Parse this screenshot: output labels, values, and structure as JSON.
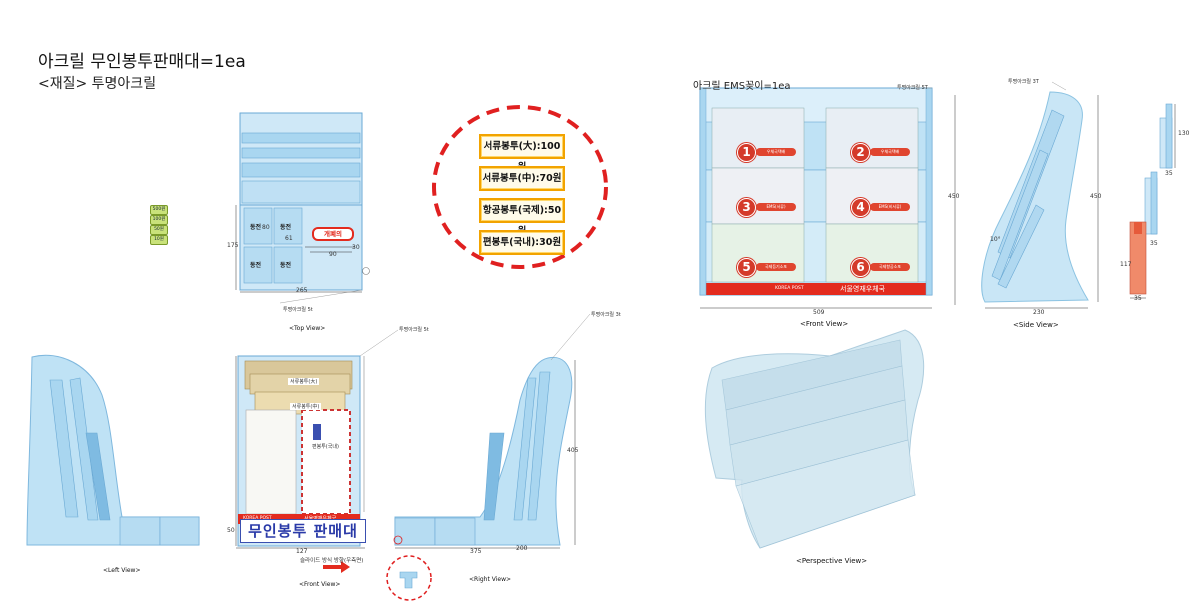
{
  "header": {
    "title": "아크릴 무인봉투판매대=1ea",
    "subtitle": "<재질> 투명아크릴"
  },
  "price_tags": [
    "500원",
    "100원",
    "50원",
    "10원"
  ],
  "price_circle": [
    "서류봉투(大):100원",
    "서류봉투(中):70원",
    "항공봉투(국제):50원",
    "편봉투(국내):30원"
  ],
  "top_view": {
    "caption": "<Top View>",
    "cells": [
      "동전",
      "동전",
      "동전",
      "동전"
    ],
    "sign": "개폐의",
    "dims": {
      "w": "265",
      "h": "175",
      "d80": "80",
      "d61": "61",
      "d90": "90",
      "d30": "30"
    },
    "material": "투명아크릴 5t"
  },
  "left_view": {
    "caption": "<Left View>"
  },
  "front_view": {
    "caption": "<Front View>",
    "material": "투명아크릴 5t",
    "sign": "무인봉투 판매대",
    "banner": "서울영재우체국",
    "brand": "KOREA POST",
    "slide_note": "슬라이드 방식 방향(우측면)",
    "dims": {
      "w": "127",
      "h": "50"
    },
    "envelope_labels": [
      "서류봉투(大)",
      "서류봉투(中)",
      "편봉투(국내)"
    ]
  },
  "right_view": {
    "caption": "<Right View>",
    "material": "투명아크릴 3t",
    "dims": {
      "h": "405",
      "d1": "375",
      "d2": "200"
    }
  },
  "ems": {
    "title": "아크릴 EMS꽂이=1ea",
    "material_front": "투명아크릴 5T",
    "material_side": "투명아크릴 3T",
    "front_caption": "<Front View>",
    "side_caption": "<Side View>",
    "perspective_caption": "<Perspective View>",
    "slots": [
      {
        "num": "1",
        "label": "우체국택배"
      },
      {
        "num": "2",
        "label": "우체국택배"
      },
      {
        "num": "3",
        "label": "EMS(서류)"
      },
      {
        "num": "4",
        "label": "EMS(비서류)"
      },
      {
        "num": "5",
        "label": "국제등기소포"
      },
      {
        "num": "6",
        "label": "국제항공소포"
      }
    ],
    "banner": "서울영재우체국",
    "brand": "KOREA POST",
    "dims": {
      "w": "509",
      "h": "450",
      "side_w": "230",
      "side_h": "450",
      "angle": "10°",
      "s130": "130",
      "s35a": "35",
      "s35b": "35",
      "s117": "117",
      "s35c": "35"
    }
  },
  "colors": {
    "acrylic": "#a9d6f0",
    "acrylic_edge": "#6aa9d4",
    "accent_red": "#e32b1e",
    "dash_red": "#e02020"
  }
}
